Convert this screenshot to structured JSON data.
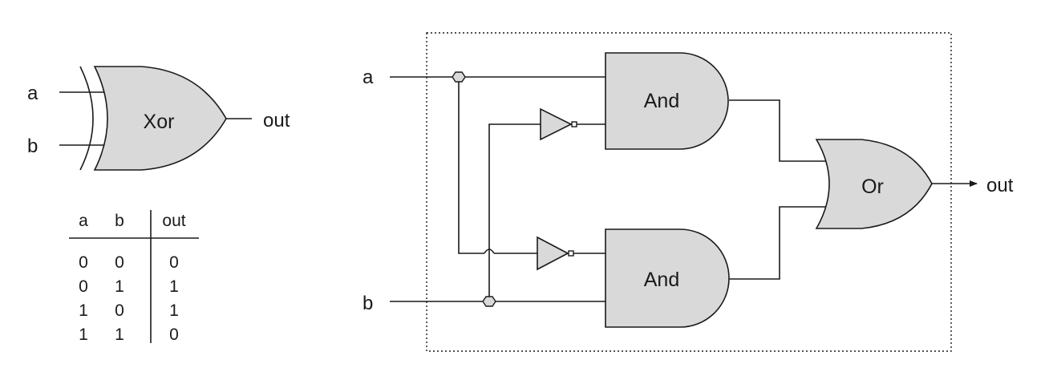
{
  "xor_symbol": {
    "input_a": "a",
    "input_b": "b",
    "gate_label": "Xor",
    "output": "out"
  },
  "truth_table": {
    "headers": [
      "a",
      "b",
      "out"
    ],
    "rows": [
      [
        "0",
        "0",
        "0"
      ],
      [
        "0",
        "1",
        "1"
      ],
      [
        "1",
        "0",
        "1"
      ],
      [
        "1",
        "1",
        "0"
      ]
    ]
  },
  "circuit": {
    "input_a": "a",
    "input_b": "b",
    "and_top_label": "And",
    "and_bottom_label": "And",
    "or_label": "Or",
    "output": "out"
  },
  "colors": {
    "gate_fill": "#d9d9d9",
    "stroke": "#1a1a1a",
    "background": "#ffffff"
  }
}
